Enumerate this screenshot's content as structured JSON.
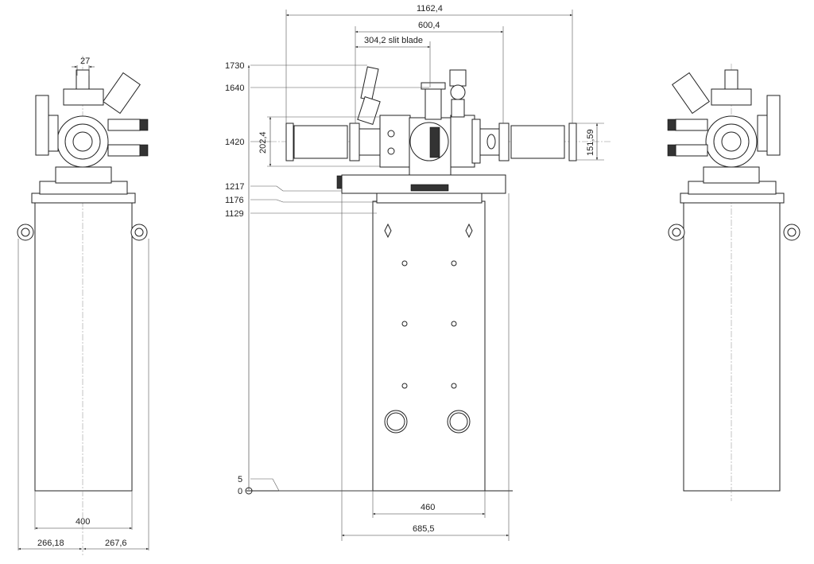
{
  "front_view": {
    "top_dims": {
      "overall": "1162,4",
      "flanges": "600,4",
      "slit_blade": "304,2 slit blade"
    },
    "height_dims": [
      "1730",
      "1640",
      "1420",
      "1217",
      "1176",
      "1129",
      "5",
      "0"
    ],
    "side_dims": {
      "left": "202,4",
      "right": "151,59"
    },
    "bottom_dims": {
      "cabinet": "460",
      "base": "685,5"
    }
  },
  "left_view": {
    "top_dim": "27",
    "bottom_dims": {
      "cabinet": "400",
      "left": "266,18",
      "right": "267,6"
    }
  }
}
